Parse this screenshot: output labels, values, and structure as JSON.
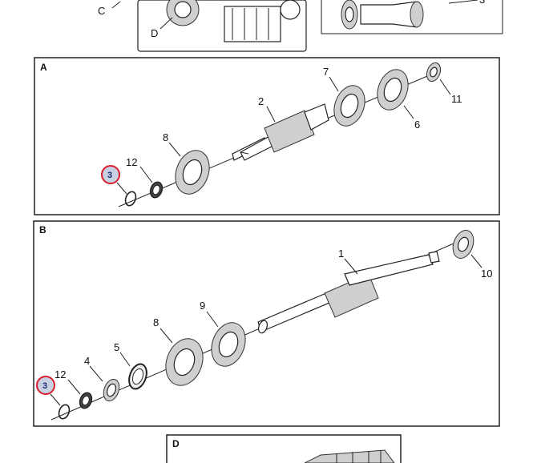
{
  "top": {
    "label_c": "C",
    "label_d": "D",
    "label_partial": "3"
  },
  "panel_a": {
    "title": "A",
    "parts": {
      "p2": "2",
      "p7": "7",
      "p11": "11",
      "p6": "6",
      "p8": "8",
      "p12": "12",
      "p3": "3"
    }
  },
  "panel_b": {
    "title": "B",
    "parts": {
      "p1": "1",
      "p10": "10",
      "p9": "9",
      "p8": "8",
      "p5": "5",
      "p4": "4",
      "p12": "12",
      "p3": "3"
    }
  },
  "panel_d": {
    "title": "D"
  },
  "colors": {
    "highlight": "#d81e2c",
    "highlight_fill": "#c9d0e4",
    "frame": "#222222"
  }
}
